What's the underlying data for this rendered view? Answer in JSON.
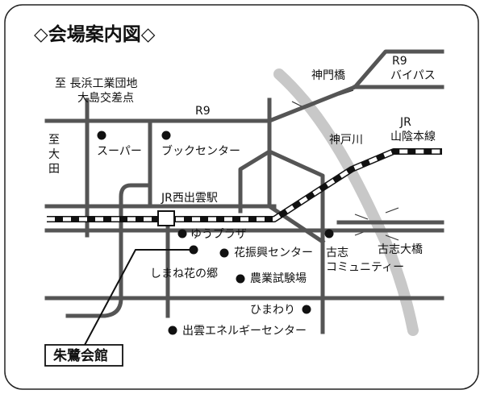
{
  "title": "◇会場案内図◇",
  "roads": {
    "r9_top": "R9",
    "r9_bypass_line1": "R9",
    "r9_bypass_line2": "バイパス",
    "to_nagahama_line1": "至 長浜工業団地",
    "to_nagahama_line2": "大島交差点",
    "to_taita_line1": "至",
    "to_taita_line2": "大",
    "to_taita_line3": "田"
  },
  "landmarks": {
    "kandobashi": "神門橋",
    "kandogawa": "神戸川",
    "jr_sanin_line1": "JR",
    "jr_sanin_line2": "山陰本線",
    "jr_station": "JR西出雲駅",
    "koshi_ohashi": "古志大橋",
    "supermarket": "スーパー",
    "book_center": "ブックセンター",
    "yu_plaza": "ゆうプラザ",
    "flower_center": "花振興センター",
    "koshi_community_line1": "古志",
    "koshi_community_line2": "コミュニティー",
    "shimane_hana": "しまね花の郷",
    "agri_lab": "農業試験場",
    "himawari": "ひまわり",
    "izumo_energy": "出雲エネルギーセンター",
    "venue": "朱鷺会館"
  },
  "colors": {
    "road": "#555555",
    "river": "#c8c8c8",
    "ink": "#111111",
    "frame": "#222222"
  }
}
